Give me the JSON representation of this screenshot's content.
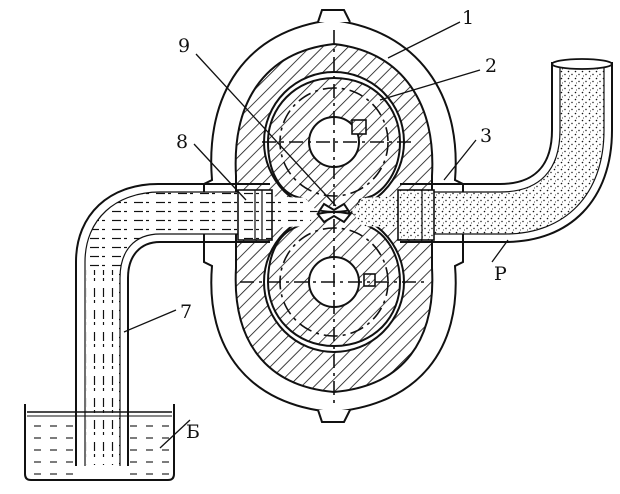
{
  "labels": {
    "l1": "1",
    "l2": "2",
    "l3": "3",
    "l7": "7",
    "l8": "8",
    "l9": "9",
    "lP": "Р",
    "lB": "Б"
  }
}
